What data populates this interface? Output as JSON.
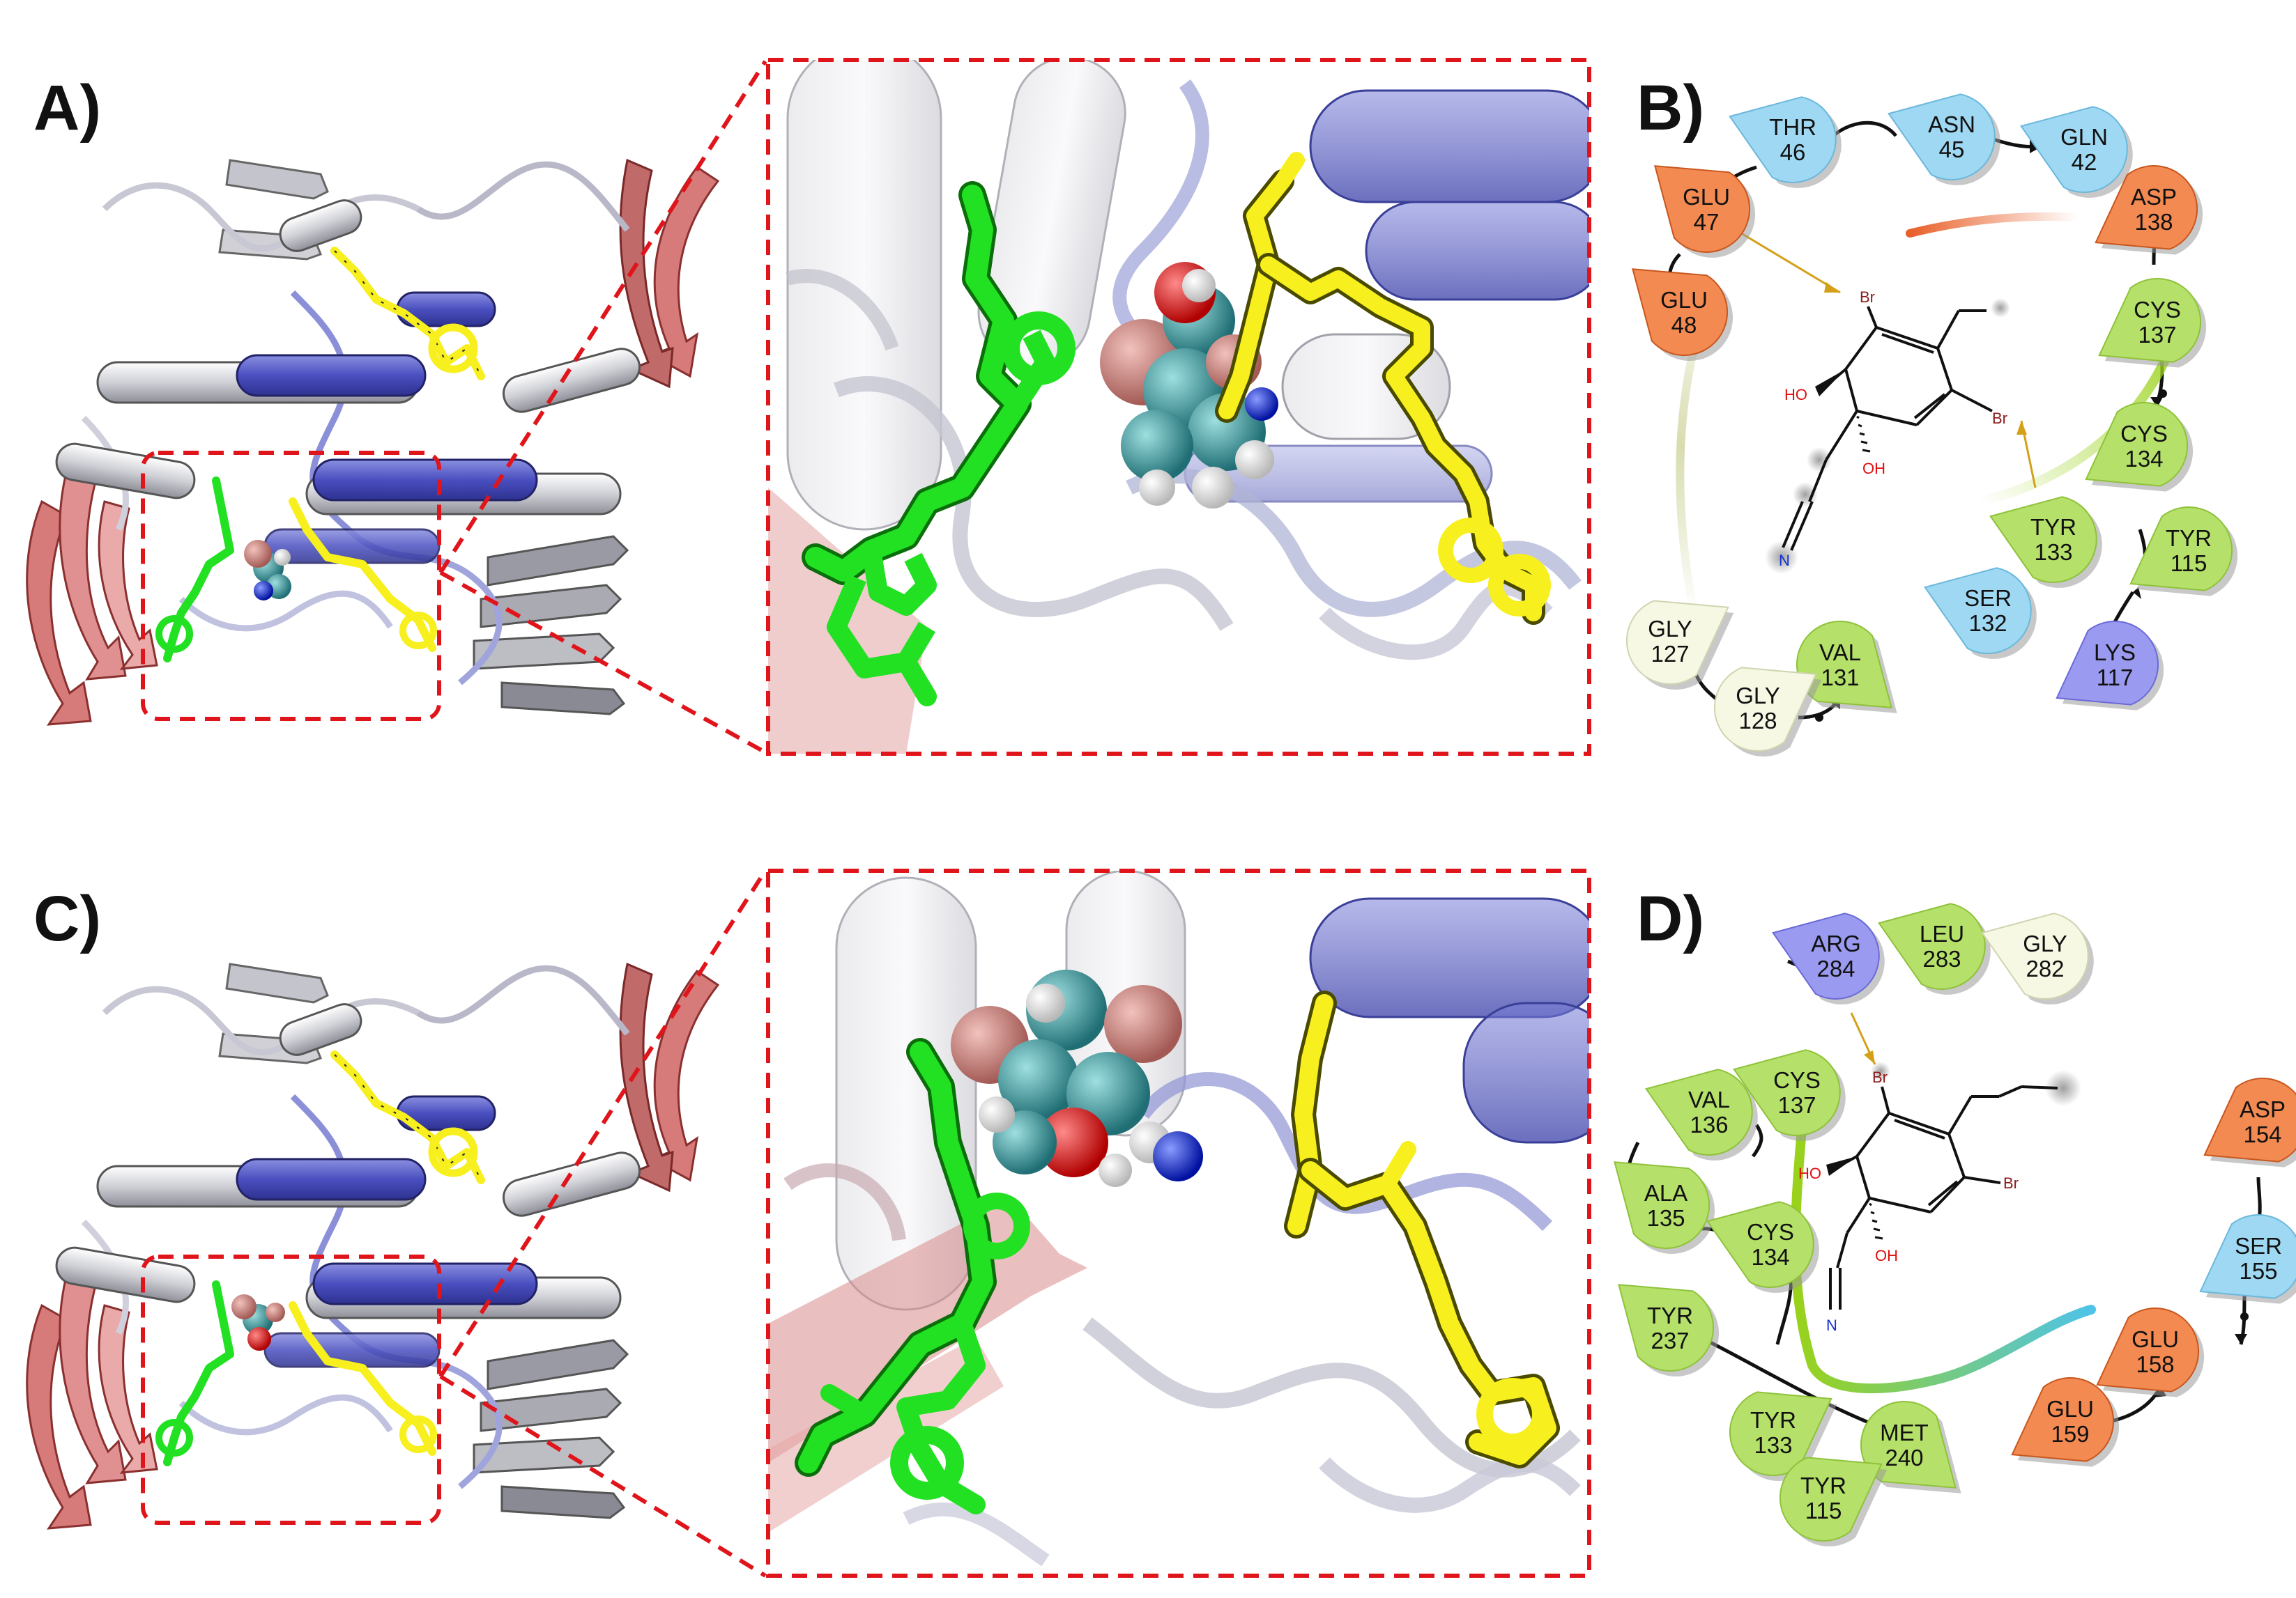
{
  "colors": {
    "panel_text": "#111111",
    "zoom_box": "#e0151b",
    "ligand_green": "#22e022",
    "ligand_yellow": "#f7ef1e",
    "helix_blue": "#5a5fc8",
    "helix_white": "#d9d9de",
    "sheet_red": "#d98080",
    "acidic": "#f28a52",
    "polar": "#9fd8f2",
    "hydrophobic": "#b5e06a",
    "glycine": "#f6f8e4",
    "basic": "#9a9af0",
    "bromine": "#8b1a1a",
    "oxygen": "#e01010",
    "nitrogen": "#1030d0"
  },
  "panels": {
    "a": {
      "letter": "A)"
    },
    "b": {
      "letter": "B)"
    },
    "c": {
      "letter": "C)"
    },
    "d": {
      "letter": "D)"
    }
  },
  "ligand": {
    "atoms": {
      "br": "Br",
      "ho": "HO",
      "oh": "OH",
      "n": "N"
    }
  },
  "diagram_b": {
    "residues": [
      {
        "name": "THR",
        "num": "46",
        "type": "polar"
      },
      {
        "name": "ASN",
        "num": "45",
        "type": "polar"
      },
      {
        "name": "GLN",
        "num": "42",
        "type": "polar"
      },
      {
        "name": "GLU",
        "num": "47",
        "type": "acidic"
      },
      {
        "name": "ASP",
        "num": "138",
        "type": "acidic"
      },
      {
        "name": "GLU",
        "num": "48",
        "type": "acidic"
      },
      {
        "name": "CYS",
        "num": "137",
        "type": "hydrophobic"
      },
      {
        "name": "CYS",
        "num": "134",
        "type": "hydrophobic"
      },
      {
        "name": "TYR",
        "num": "133",
        "type": "hydrophobic"
      },
      {
        "name": "TYR",
        "num": "115",
        "type": "hydrophobic"
      },
      {
        "name": "SER",
        "num": "132",
        "type": "polar"
      },
      {
        "name": "LYS",
        "num": "117",
        "type": "basic"
      },
      {
        "name": "GLY",
        "num": "127",
        "type": "glycine"
      },
      {
        "name": "VAL",
        "num": "131",
        "type": "hydrophobic"
      },
      {
        "name": "GLY",
        "num": "128",
        "type": "glycine"
      }
    ]
  },
  "diagram_d": {
    "residues": [
      {
        "name": "ARG",
        "num": "284",
        "type": "basic"
      },
      {
        "name": "LEU",
        "num": "283",
        "type": "hydrophobic"
      },
      {
        "name": "GLY",
        "num": "282",
        "type": "glycine"
      },
      {
        "name": "VAL",
        "num": "136",
        "type": "hydrophobic"
      },
      {
        "name": "CYS",
        "num": "137",
        "type": "hydrophobic"
      },
      {
        "name": "ASP",
        "num": "154",
        "type": "acidic"
      },
      {
        "name": "ALA",
        "num": "135",
        "type": "hydrophobic"
      },
      {
        "name": "SER",
        "num": "155",
        "type": "polar"
      },
      {
        "name": "CYS",
        "num": "134",
        "type": "hydrophobic"
      },
      {
        "name": "TYR",
        "num": "237",
        "type": "hydrophobic"
      },
      {
        "name": "GLU",
        "num": "158",
        "type": "acidic"
      },
      {
        "name": "GLU",
        "num": "159",
        "type": "acidic"
      },
      {
        "name": "TYR",
        "num": "133",
        "type": "hydrophobic"
      },
      {
        "name": "MET",
        "num": "240",
        "type": "hydrophobic"
      },
      {
        "name": "TYR",
        "num": "115",
        "type": "hydrophobic"
      }
    ]
  }
}
